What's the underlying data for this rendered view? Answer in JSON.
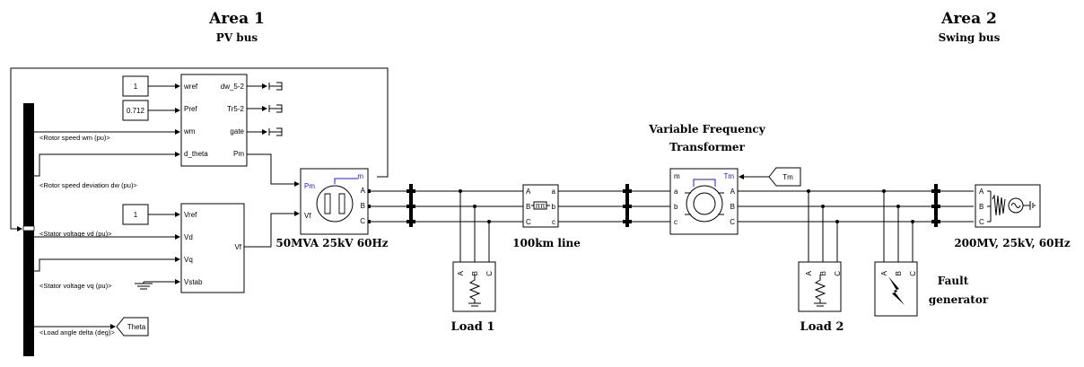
{
  "areas": [
    {
      "title": "Area 1",
      "subtitle": "PV bus"
    },
    {
      "title": "Area 2",
      "subtitle": "Swing bus"
    }
  ],
  "blocks": {
    "const_wref": "1",
    "const_pref": "0.712",
    "const_vref": "1"
  },
  "governor": {
    "in": [
      "wref",
      "Pref",
      "wm",
      "d_theta"
    ],
    "out": [
      "dw_5-2",
      "Tr5-2",
      "gate",
      "Pm"
    ]
  },
  "excitation": {
    "in": [
      "Vref",
      "Vd",
      "Vq",
      "Vstab"
    ],
    "out": [
      "Vf"
    ]
  },
  "signals": [
    "<Rotor speed  wm (pu)>",
    "<Rotor speed deviation  dw (pu)>",
    "<Stator voltage  vd (pu)>",
    "<Stator voltage  vq (pu)>",
    "<Load angle  delta  (deg)>"
  ],
  "tags": {
    "theta": "Theta",
    "tm": "Tm"
  },
  "machine": {
    "in": [
      "Pm",
      "Vf"
    ],
    "out": [
      "m",
      "A",
      "B",
      "C"
    ]
  },
  "line_block": {
    "ports": [
      "A",
      "B",
      "C",
      "a",
      "b",
      "c"
    ],
    "symbol": "ππ"
  },
  "vft": {
    "ports": [
      "m",
      "Tm",
      "a",
      "b",
      "c",
      "A",
      "B",
      "C"
    ]
  },
  "source": {
    "ports": [
      "A",
      "B",
      "C"
    ]
  },
  "load_ports": [
    "A",
    "B",
    "C"
  ],
  "labels": {
    "machine": "50MVA 25kV 60Hz",
    "line": "100km line",
    "vft_line1": "Variable  Frequency",
    "vft_line2": "Transformer",
    "load1": "Load 1",
    "load2": "Load 2",
    "fault_line1": "Fault",
    "fault_line2": "generator",
    "source": "200MV, 25kV, 60Hz"
  }
}
